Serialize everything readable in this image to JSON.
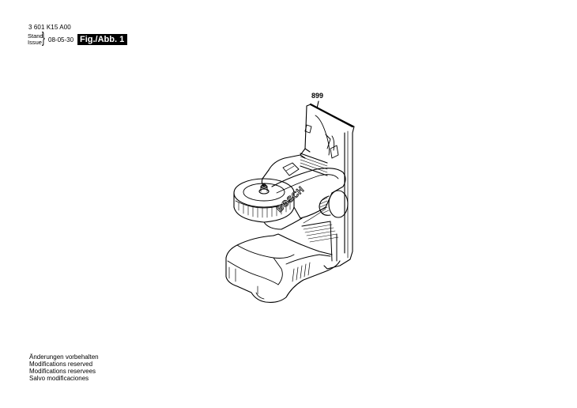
{
  "header": {
    "part_number": "3 601 K15 A00",
    "stand_label": "Stand",
    "issue_label": "Issue",
    "brace": "}",
    "date": "08-05-30",
    "figure_label": "Fig./Abb. 1"
  },
  "diagram": {
    "subject": "laser-level-wall-mount-bracket",
    "brand_mark": "BOSCH",
    "callouts": [
      {
        "id": "899",
        "label": "899"
      }
    ]
  },
  "footer": {
    "lines": [
      "Änderungen vorbehalten",
      "Modifications reserved",
      "Modifications reservees",
      "Salvo modificaciones"
    ]
  }
}
